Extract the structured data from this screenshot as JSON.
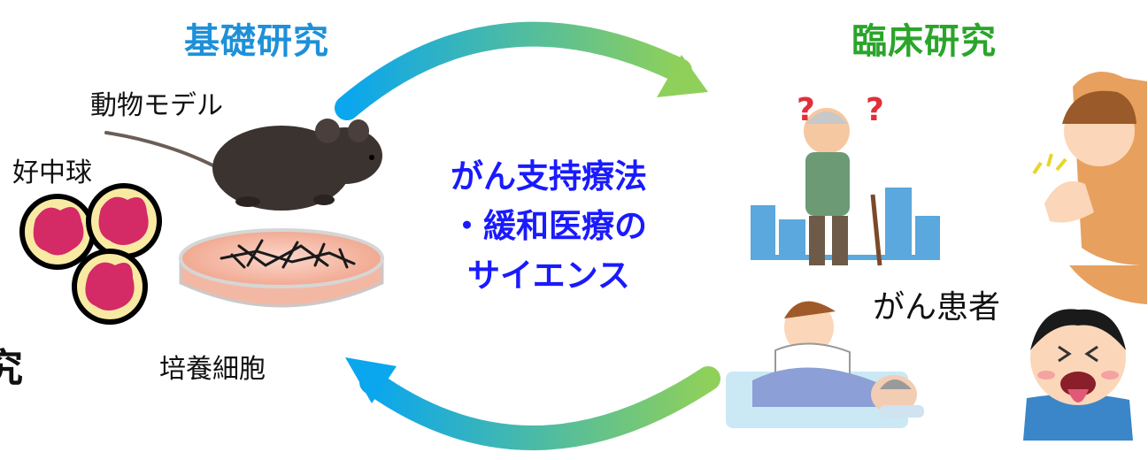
{
  "headings": {
    "basic_research": "基礎研究",
    "clinical_research": "臨床研究",
    "cut_off_left": "究"
  },
  "labels": {
    "animal_model": "動物モデル",
    "neutrophils": "好中球",
    "cultured_cells": "培養細胞",
    "cancer_patients": "がん患者"
  },
  "center": {
    "line1": "がん支持療法",
    "line2": "・緩和医療の",
    "line3": "サイエンス"
  },
  "colors": {
    "heading_blue": "#1e90d8",
    "heading_green": "#2aa52a",
    "center_text": "#1a1aff",
    "arrow_blue": "#17a9ea",
    "arrow_green": "#8ccf5a"
  }
}
